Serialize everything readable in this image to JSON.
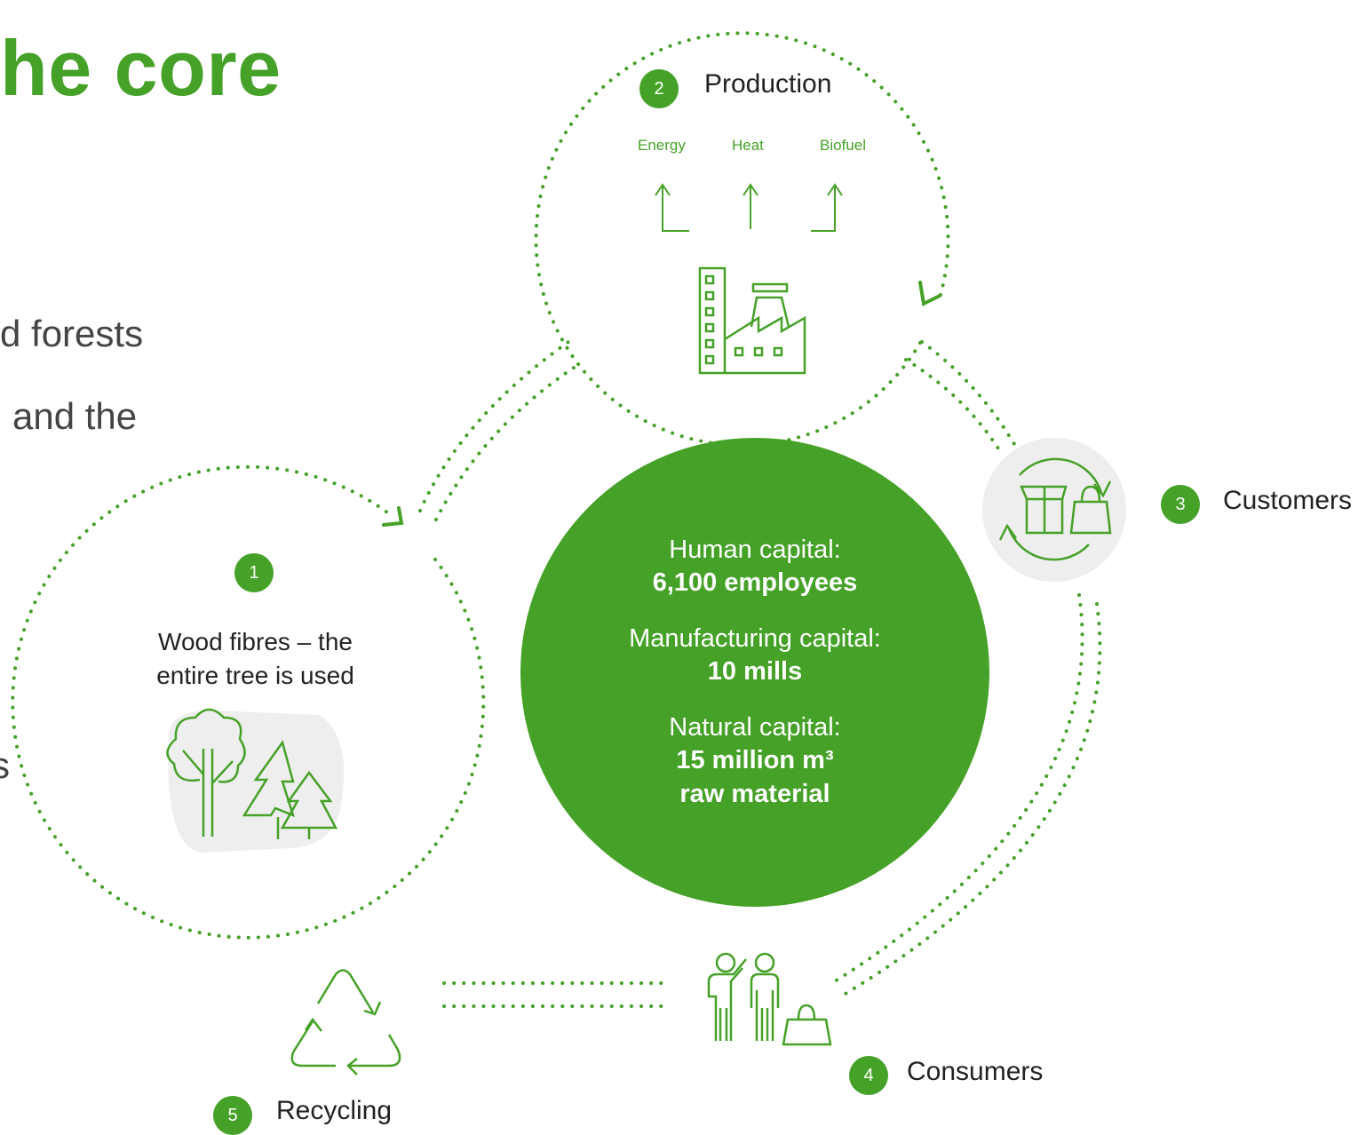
{
  "title": "he core",
  "partial_text": [
    "d forests",
    "and the",
    "s"
  ],
  "colors": {
    "brand_green": "#45a127",
    "icon_bg": "#eeeeee"
  },
  "production": {
    "number": "2",
    "label": "Production",
    "outputs": [
      "Energy",
      "Heat",
      "Biofuel"
    ]
  },
  "wood": {
    "number": "1",
    "label_line1": "Wood fibres – the",
    "label_line2": "entire tree is used"
  },
  "customers": {
    "number": "3",
    "label": "Customers"
  },
  "consumers": {
    "number": "4",
    "label": "Consumers"
  },
  "recycling": {
    "number": "5",
    "label": "Recycling"
  },
  "capitals": [
    {
      "label": "Human capital:",
      "value": "6,100 employees"
    },
    {
      "label": "Manufacturing capital:",
      "value": "10 mills"
    },
    {
      "label": "Natural capital:",
      "value_line1": "15 million m³",
      "value_line2": "raw material"
    }
  ],
  "icons": [
    "factory-icon",
    "trees-icon",
    "packages-cycle-icon",
    "consumers-icon",
    "recycle-icon",
    "arrow-up-icon"
  ]
}
